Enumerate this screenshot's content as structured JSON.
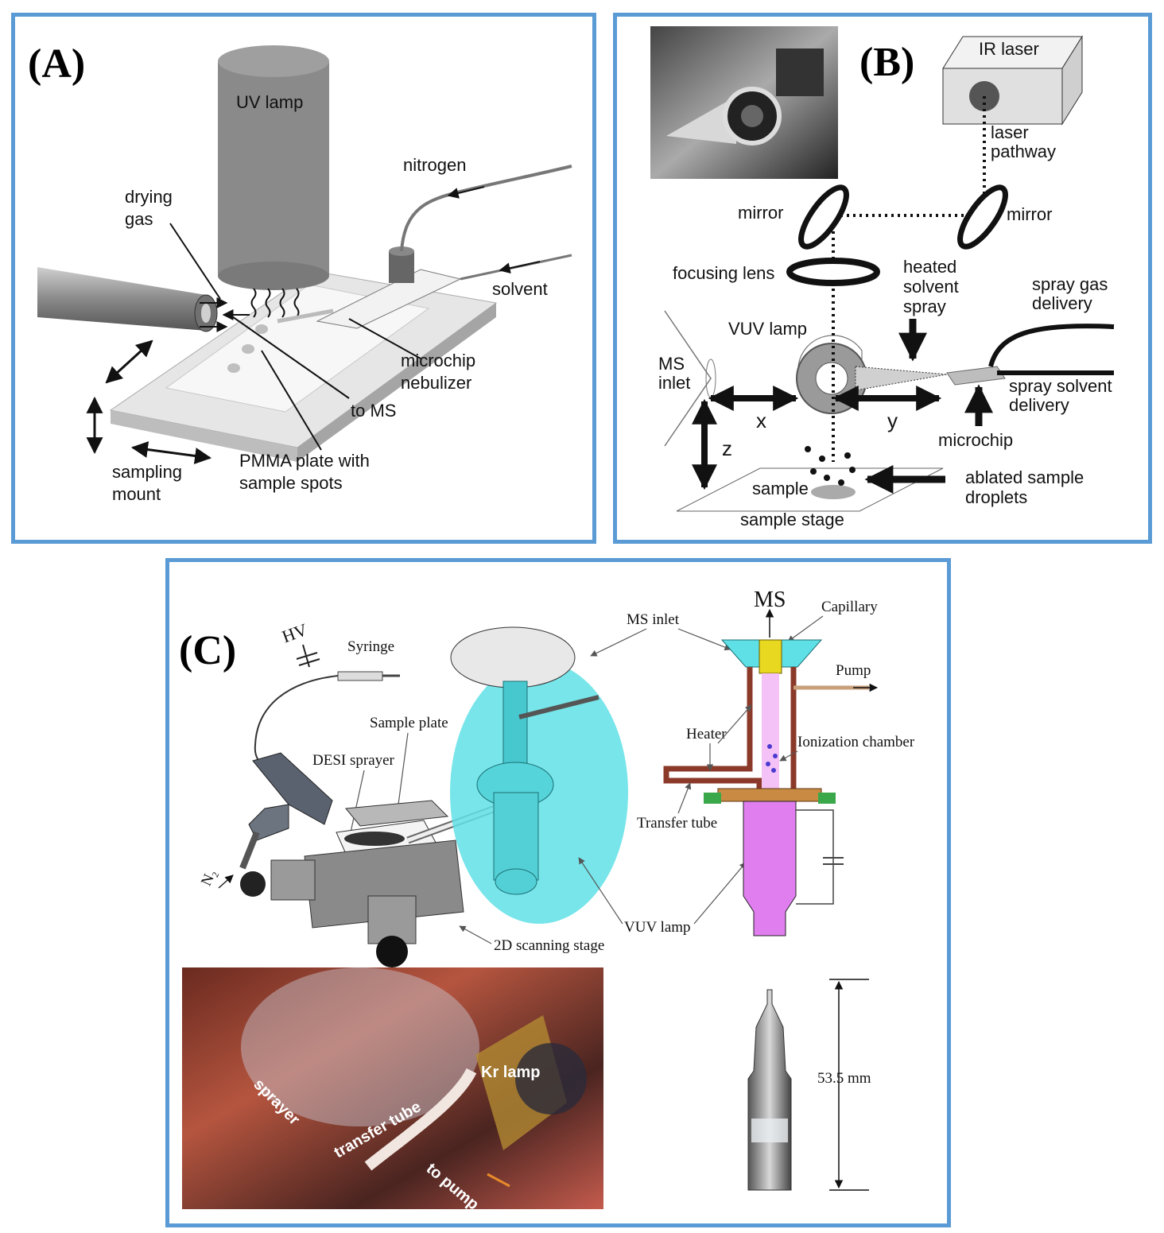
{
  "colors": {
    "panel_border": "#5b9bd5",
    "vuv_cyan": "#5fe0e6",
    "chamber_pink": "#e07ef0",
    "heater_brown": "#8b3a2a"
  },
  "panel_a": {
    "letter": "(A)",
    "labels": {
      "uv_lamp": "UV lamp",
      "nitrogen": "nitrogen",
      "drying_gas_1": "drying",
      "drying_gas_2": "gas",
      "solvent": "solvent",
      "microchip_1": "microchip",
      "microchip_2": "nebulizer",
      "to_ms": "to MS",
      "sampling_1": "sampling",
      "sampling_2": "mount",
      "pmma_1": "PMMA plate with",
      "pmma_2": "sample spots"
    }
  },
  "panel_b": {
    "letter": "(B)",
    "labels": {
      "ir_laser": "IR laser",
      "laser_1": "laser",
      "laser_2": "pathway",
      "mirror_left": "mirror",
      "mirror_right": "mirror",
      "focusing_lens": "focusing lens",
      "heated_1": "heated",
      "heated_2": "solvent",
      "heated_3": "spray",
      "spray_gas_1": "spray gas",
      "spray_gas_2": "delivery",
      "vuv_lamp": "VUV lamp",
      "ms_1": "MS",
      "ms_2": "inlet",
      "spray_solvent_1": "spray solvent",
      "spray_solvent_2": "delivery",
      "x": "x",
      "y": "y",
      "z": "z",
      "microchip": "microchip",
      "sample": "sample",
      "ablated_1": "ablated sample",
      "ablated_2": "droplets",
      "sample_stage": "sample stage"
    }
  },
  "panel_c": {
    "letter": "(C)",
    "labels": {
      "hv": "HV",
      "syringe": "Syringe",
      "sample_plate": "Sample plate",
      "desi_sprayer": "DESI sprayer",
      "n2": "N₂",
      "ms_inlet": "MS inlet",
      "two_d_stage": "2D scanning stage",
      "vuv_lamp": "VUV lamp",
      "ms": "MS",
      "capillary": "Capillary",
      "pump": "Pump",
      "heater": "Heater",
      "ionization": "Ionization chamber",
      "transfer": "Transfer tube",
      "photo_sprayer": "sprayer",
      "photo_transfer": "transfer tube",
      "photo_kr": "Kr lamp",
      "photo_pump": "to pump",
      "lamp_size": "53.5 mm"
    }
  }
}
